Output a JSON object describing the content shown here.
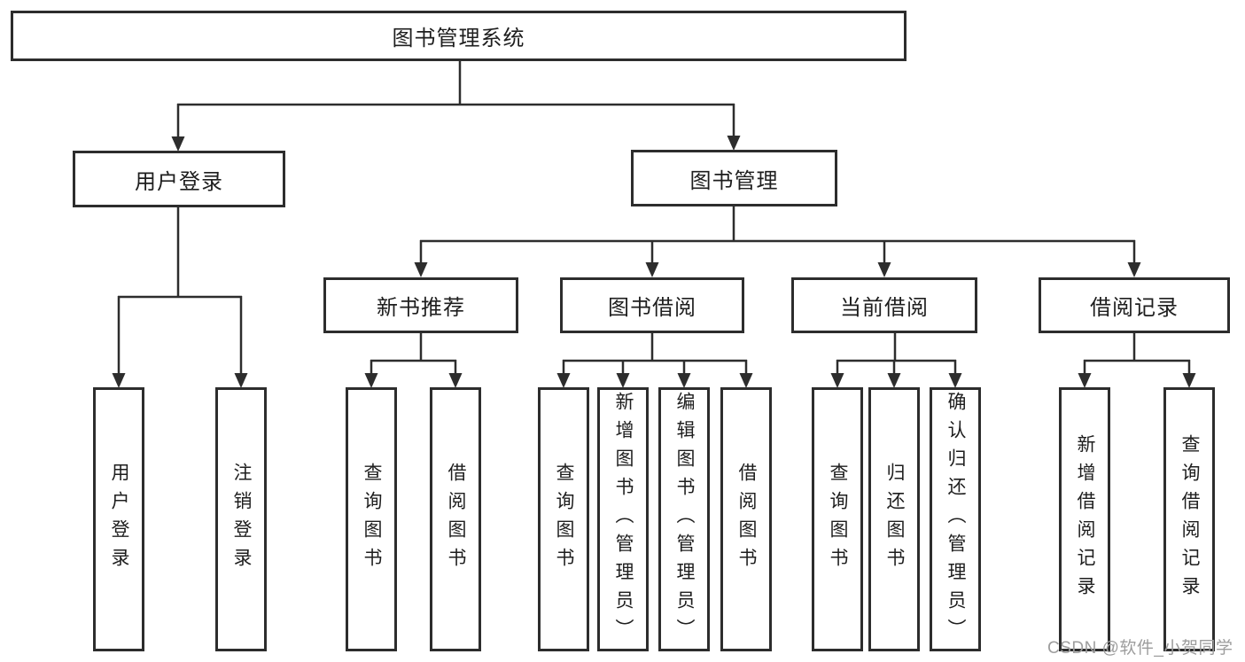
{
  "diagram": {
    "title": "图书管理系统",
    "type": "hierarchy-tree"
  },
  "root": {
    "label": "图书管理系统"
  },
  "level2": [
    {
      "label": "用户登录"
    },
    {
      "label": "图书管理"
    }
  ],
  "level3": [
    {
      "label": "新书推荐"
    },
    {
      "label": "图书借阅"
    },
    {
      "label": "当前借阅"
    },
    {
      "label": "借阅记录"
    }
  ],
  "leaves": {
    "user_login": [
      "用户登录",
      "注销登录"
    ],
    "new_books": [
      "查询图书",
      "借阅图书"
    ],
    "book_borrow": [
      "查询图书",
      "新增图书（管理员）",
      "编辑图书（管理员）",
      "借阅图书"
    ],
    "current_borrow": [
      "查询图书",
      "归还图书",
      "确认归还（管理员）"
    ],
    "borrow_records": [
      "新增借阅记录",
      "查询借阅记录"
    ]
  },
  "watermark": "CSDN @软件_小贺同学",
  "colors": {
    "line": "#2d2d2d",
    "text": "#1e1e1e",
    "watermark_text": "#9d9d9d",
    "background": "#ffffff"
  }
}
